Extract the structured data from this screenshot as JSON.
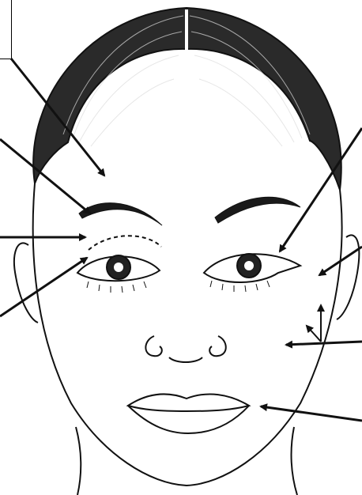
{
  "figure": {
    "subject": "face-makeup-guide-line-drawing",
    "callout_box_label": "",
    "callouts": [
      {
        "id": "brow-arch",
        "side": "left"
      },
      {
        "id": "brow-start",
        "side": "left"
      },
      {
        "id": "crease-line",
        "side": "left"
      },
      {
        "id": "lower-lash",
        "side": "left"
      },
      {
        "id": "eyeliner-wing",
        "side": "right"
      },
      {
        "id": "outer-corner",
        "side": "right"
      },
      {
        "id": "cheekbone",
        "side": "right"
      },
      {
        "id": "lip-corner",
        "side": "right"
      }
    ],
    "colors": {
      "ink": "#111111",
      "background": "#ffffff"
    }
  }
}
